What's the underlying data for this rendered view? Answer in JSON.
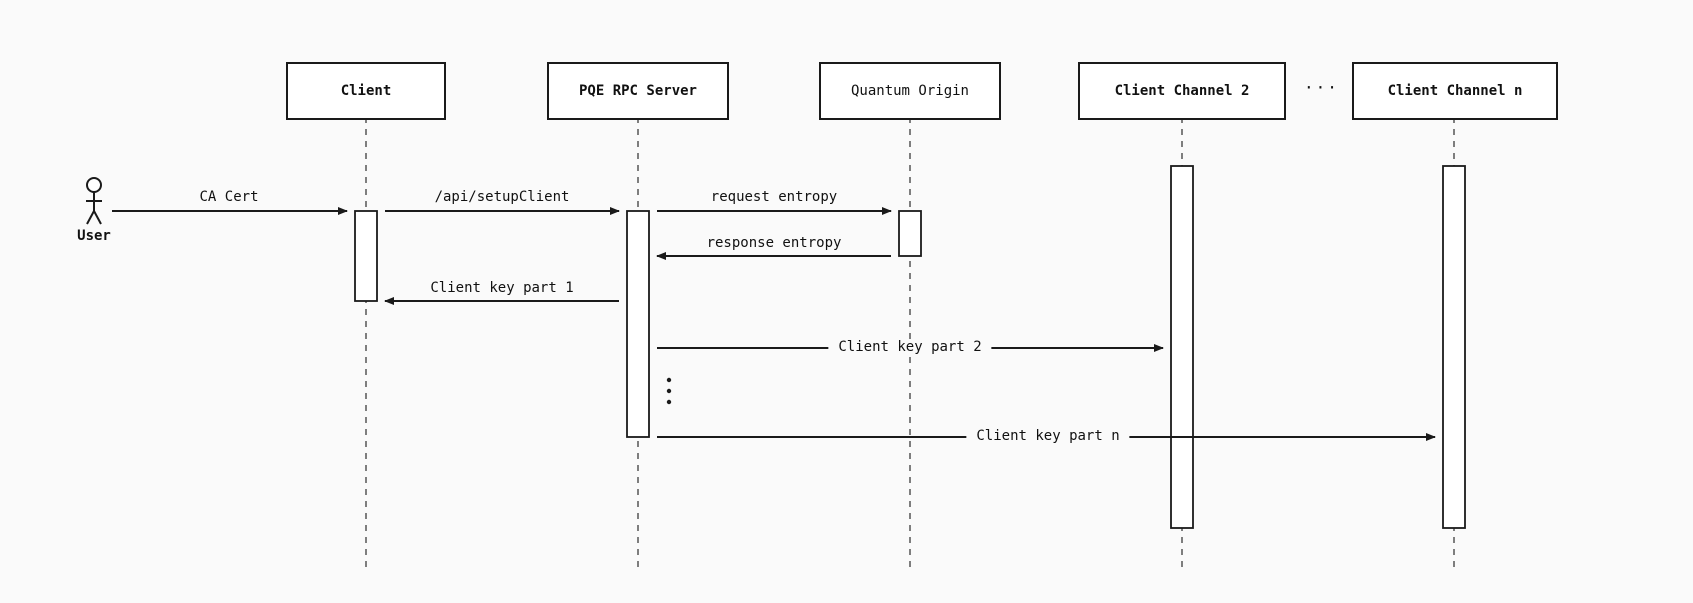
{
  "actor": {
    "label": "User",
    "icon": "stick-figure-icon"
  },
  "participants": [
    {
      "id": "client",
      "label": "Client",
      "bold": true
    },
    {
      "id": "server",
      "label": "PQE RPC Server",
      "bold": true
    },
    {
      "id": "origin",
      "label": "Quantum Origin",
      "bold": false
    },
    {
      "id": "channel2",
      "label": "Client Channel 2",
      "bold": true
    },
    {
      "id": "channeln",
      "label": "Client Channel n",
      "bold": true
    }
  ],
  "between_channels_ellipsis": "···",
  "messages": [
    {
      "id": "ca-cert",
      "label": "CA Cert",
      "from": "user",
      "to": "client"
    },
    {
      "id": "setup-client",
      "label": "/api/setupClient",
      "from": "client",
      "to": "server"
    },
    {
      "id": "request-entropy",
      "label": "request entropy",
      "from": "server",
      "to": "origin"
    },
    {
      "id": "response-entropy",
      "label": "response entropy",
      "from": "origin",
      "to": "server"
    },
    {
      "id": "key-part-1",
      "label": "Client key part 1",
      "from": "server",
      "to": "client"
    },
    {
      "id": "key-part-2",
      "label": "Client key part 2",
      "from": "server",
      "to": "channel2"
    },
    {
      "id": "key-part-n",
      "label": "Client key part n",
      "from": "server",
      "to": "channeln"
    }
  ],
  "colors": {
    "line": "#1a1a1a",
    "background": "#fafafa",
    "box": "#ffffff"
  }
}
